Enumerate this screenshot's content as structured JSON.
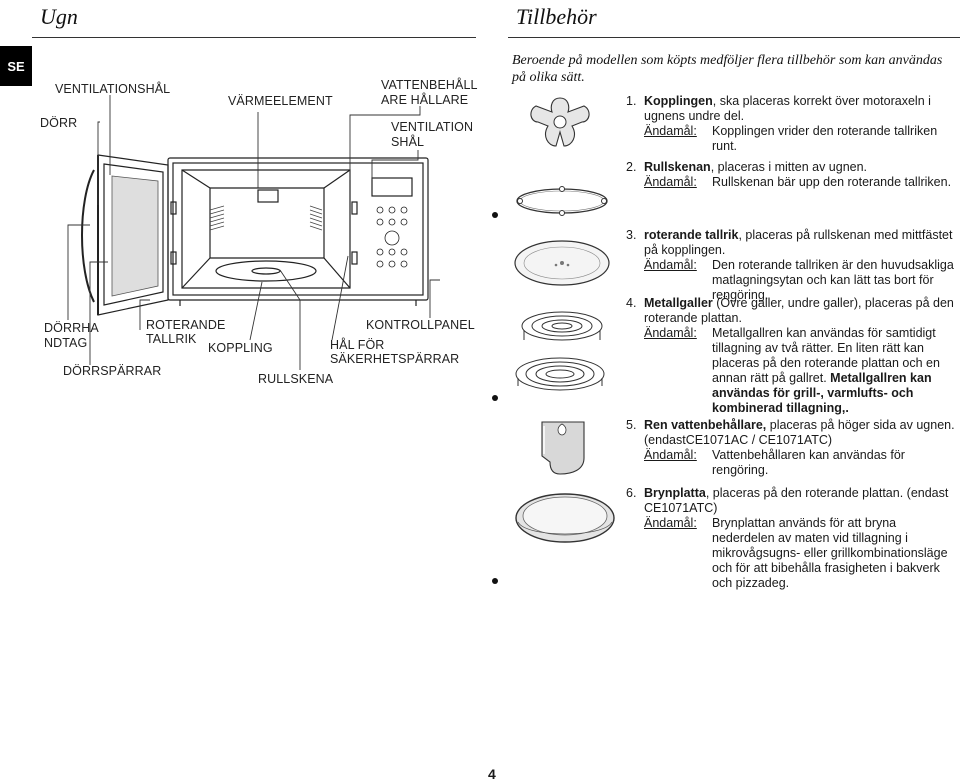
{
  "header": {
    "left_title": "Ugn",
    "right_title": "Tillbehör",
    "language_tab": "SE"
  },
  "oven": {
    "labels": {
      "ventilation_holes": "VENTILATIONSHÅL",
      "heating_element": "VÄRMEELEMENT",
      "water_holder_1": "VATTENBEHÅLL",
      "water_holder_2": "ARE HÅLLARE",
      "ventilation_right_1": "VENTILATION",
      "ventilation_right_2": "SHÅL",
      "door": "DÖRR",
      "door_handle_1": "DÖRRHA",
      "door_handle_2": "NDTAG",
      "turntable_1": "ROTERANDE",
      "turntable_2": "TALLRIK",
      "control_panel": "KONTROLLPANEL",
      "coupling": "KOPPLING",
      "safety_holes_1": "HÅL FÖR",
      "safety_holes_2": "SÄKERHETSPÄRRAR",
      "door_latches": "DÖRRSPÄRRAR",
      "roller_ring": "RULLSKENA"
    }
  },
  "accessories": {
    "intro": "Beroende på modellen som köpts medföljer flera tillbehör som kan användas på olika sätt.",
    "purpose_key": "Ändamål:",
    "items": [
      {
        "num": "1.",
        "name": "Kopplingen",
        "desc": ", ska placeras korrekt över motoraxeln i ugnens undre del.",
        "purpose": "Kopplingen vrider den roterande tallriken runt."
      },
      {
        "num": "2.",
        "name": "Rullskenan",
        "desc": ", placeras i mitten av ugnen.",
        "purpose": "Rullskenan bär upp den roterande tallriken."
      },
      {
        "num": "3.",
        "name": "roterande tallrik",
        "desc": ", placeras på rullskenan med mittfästet på kopplingen.",
        "purpose": "Den roterande tallriken är den huvudsakliga matlagningsytan och kan lätt tas bort för rengöring."
      },
      {
        "num": "4.",
        "name": "Metallgaller",
        "desc": " (Övre galler, undre galler), placeras på den roterande plattan.",
        "purpose": "Metallgallren kan användas för samtidigt tillagning av två rätter. En liten rätt kan placeras på den roterande plattan och en annan rätt på gallret.",
        "purpose_bold": "Metallgallren kan användas för grill-, varmlufts- och kombinerad tillagning,."
      },
      {
        "num": "5.",
        "name": "Ren vattenbehållare,",
        "desc": " placeras på höger sida av ugnen. (endastCE1071AC / CE1071ATC)",
        "purpose": "Vattenbehållaren kan användas för rengöring."
      },
      {
        "num": "6.",
        "name": "Brynplatta",
        "desc": ", placeras på den roterande plattan. (endast CE1071ATC)",
        "purpose": "Brynplattan används för att bryna nederdelen av maten vid tillagning i mikrovågsugns- eller grillkombinationsläge och för att bibehålla frasigheten i bakverk och pizzadeg."
      }
    ]
  },
  "page_number": "4"
}
